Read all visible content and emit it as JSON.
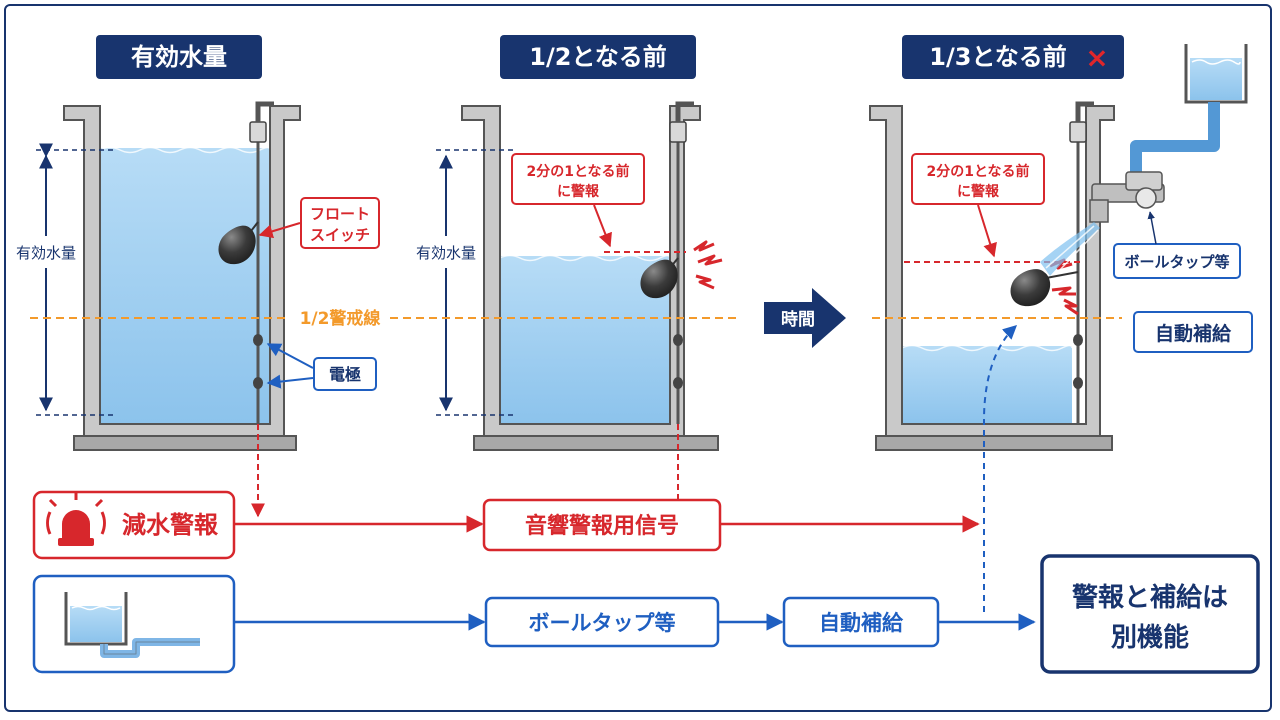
{
  "headers": [
    "有効水量",
    "1/2となる前",
    "1/3となる前"
  ],
  "header_mark": "×",
  "tank1": {
    "side_label": "有効水量",
    "float_label": [
      "フロート",
      "スイッチ"
    ],
    "electrode_label": "電極",
    "half_line_label": "1/2警戒線"
  },
  "tank2": {
    "side_label": "有効水量",
    "warn_label": [
      "2分の1となる前",
      "に警報"
    ]
  },
  "tank3": {
    "warn_label": [
      "2分の1となる前",
      "に警報"
    ],
    "balltap_label": "ボールタップ等",
    "refill_label": "自動補給"
  },
  "time_arrow_label": "時間",
  "flow": {
    "alarm_label": "減水警報",
    "signal_label": "音響警報用信号",
    "balltap_label": "ボールタップ等",
    "refill_label": "自動補給",
    "result_line1": "警報と補給は",
    "result_line2": "別機能"
  },
  "colors": {
    "navy": "#18346e",
    "alarm_red": "#d7272c",
    "flow_blue": "#1f5fc1",
    "warning_orange": "#f39a2b",
    "water": "#a9d3f2",
    "tank_gray": "#c7c7c7"
  }
}
